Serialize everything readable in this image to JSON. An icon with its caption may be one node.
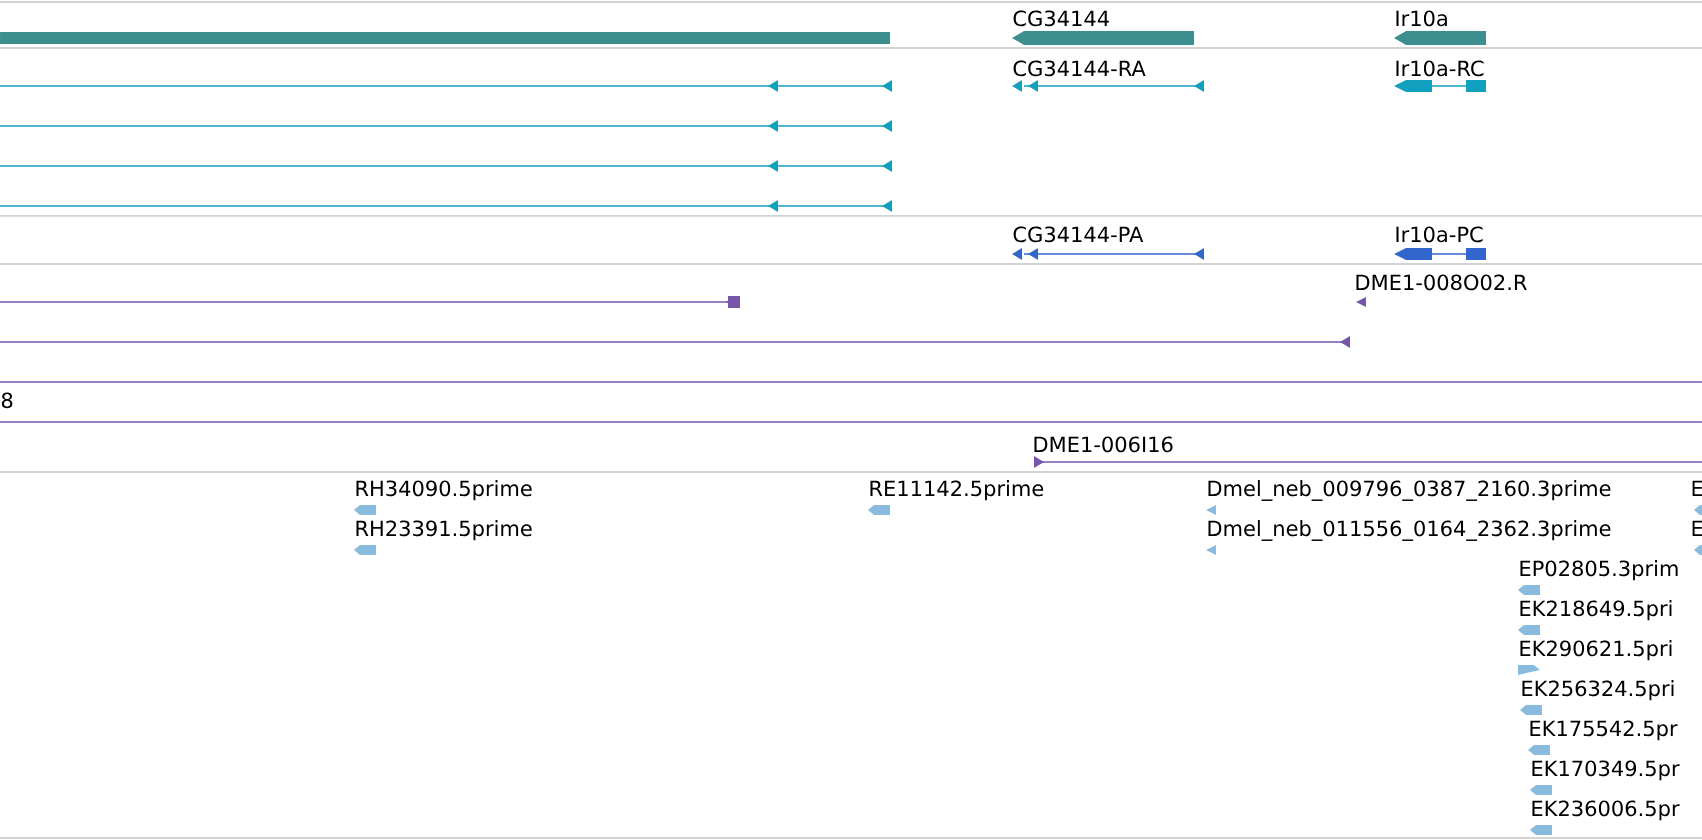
{
  "diagram": {
    "labels": [
      "CG34144",
      "Ir10a",
      "CG34144-RA",
      "Ir10a-RC",
      "CG34144-PA",
      "Ir10a-PC",
      "DME1-008O02.R",
      "8",
      "DME1-006I16",
      "RH34090.5prime",
      "RE11142.5prime",
      "Dmel_neb_009796_0387_2160.3prime",
      "E",
      "RH23391.5prime",
      "Dmel_neb_011556_0164_2362.3prime",
      "E",
      "EP02805.3prim",
      "EK218649.5pri",
      "EK290621.5pri",
      "EK256324.5pri",
      "EK175542.5pr",
      "EK170349.5pr",
      "EK236006.5pr"
    ]
  }
}
